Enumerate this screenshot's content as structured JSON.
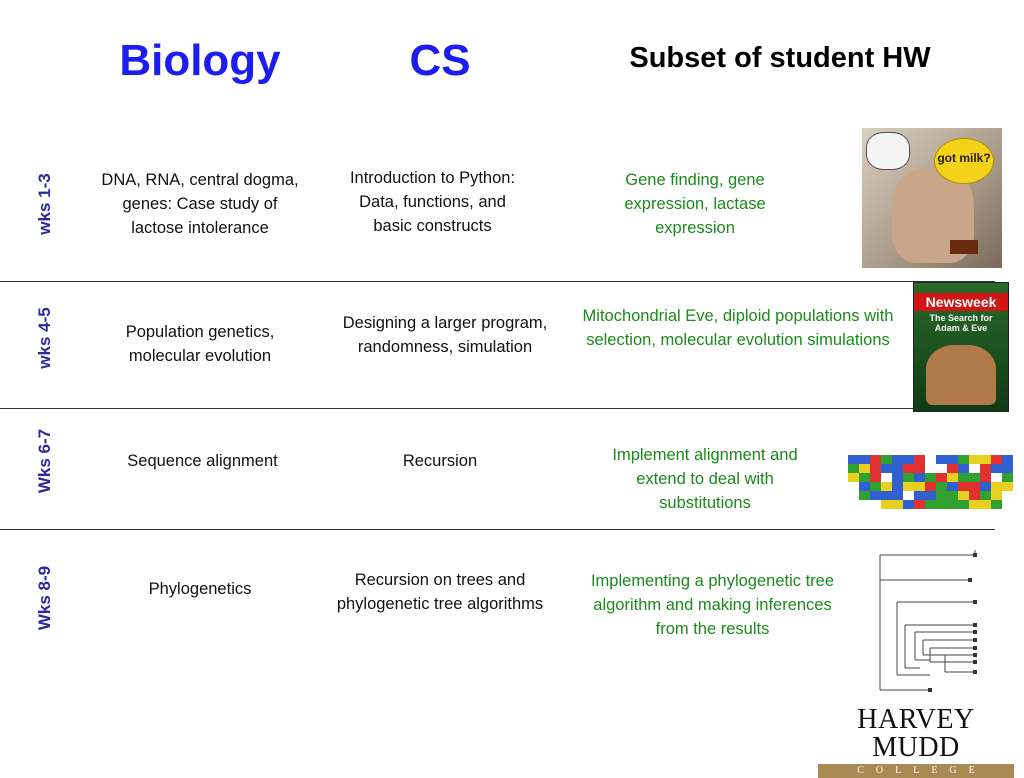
{
  "headers": {
    "biology": "Biology",
    "cs": "CS",
    "homework": "Subset of student HW"
  },
  "colors": {
    "header_blue": "#1d1df0",
    "week_label": "#2a2a9a",
    "homework_green": "#1a8a1a"
  },
  "rows": [
    {
      "week": "wks 1-3",
      "biology": "DNA, RNA, central dogma, genes:  Case study of lactose intolerance",
      "cs": "Introduction to Python: Data, functions, and basic constructs",
      "homework": "Gene finding, gene expression, lactase expression"
    },
    {
      "week": "wks 4-5",
      "biology": "Population genetics, molecular evolution",
      "cs": "Designing a larger program, randomness, simulation",
      "homework": "Mitochondrial Eve, diploid populations with selection, molecular evolution simulations"
    },
    {
      "week": "Wks 6-7",
      "biology": "Sequence alignment",
      "cs": "Recursion",
      "homework": "Implement alignment and extend to deal with substitutions"
    },
    {
      "week": "Wks 8-9",
      "biology": "Phylogenetics",
      "cs": "Recursion on trees and phylogenetic tree algorithms",
      "homework": "Implementing a phylogenetic tree algorithm and making inferences from the results"
    }
  ],
  "images": {
    "got_milk_bubble": "got milk?",
    "newsweek_masthead": "Newsweek",
    "newsweek_headline": "The Search for Adam & Eve"
  },
  "logo": {
    "name": "HARVEY MUDD",
    "subtitle": "COLLEGE"
  }
}
